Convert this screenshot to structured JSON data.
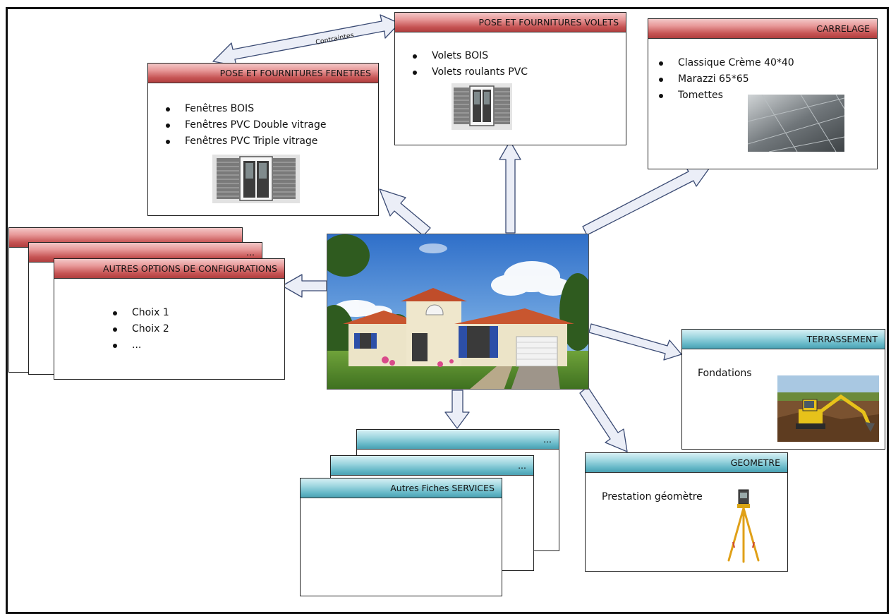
{
  "arrow_label": "Contraintes",
  "cards": {
    "volets": {
      "title": "POSE ET FOURNITURES VOLETS",
      "items": [
        "Volets BOIS",
        "Volets roulants PVC"
      ]
    },
    "carrelage": {
      "title": "CARRELAGE",
      "items": [
        "Classique Crème 40*40",
        "Marazzi 65*65",
        "Tomettes"
      ]
    },
    "fenetres": {
      "title": "POSE ET FOURNITURES FENETRES",
      "items": [
        "Fenêtres BOIS",
        "Fenêtres PVC Double vitrage",
        "Fenêtres PVC Triple vitrage"
      ]
    },
    "autres_options": {
      "title": "AUTRES OPTIONS DE CONFIGURATIONS",
      "stack_title": "...",
      "items": [
        "Choix 1",
        "Choix 2",
        "..."
      ]
    },
    "terrassement": {
      "title": "TERRASSEMENT",
      "text": "Fondations"
    },
    "geometre": {
      "title": "GEOMETRE",
      "text": "Prestation géomètre"
    },
    "services": {
      "title": "Autres Fiches SERVICES",
      "stack_title_1": "...",
      "stack_title_2": "..."
    }
  },
  "icons": {
    "house": "house-photo",
    "window": "window-shutters-photo",
    "tile": "tile-floor-photo",
    "excavator": "excavator-photo",
    "theodolite": "surveying-tripod-photo"
  },
  "colors": {
    "red_header": "#c65454",
    "blue_header": "#5fb4c4",
    "arrow_fill": "#ebeef7",
    "arrow_stroke": "#3a4a73"
  }
}
